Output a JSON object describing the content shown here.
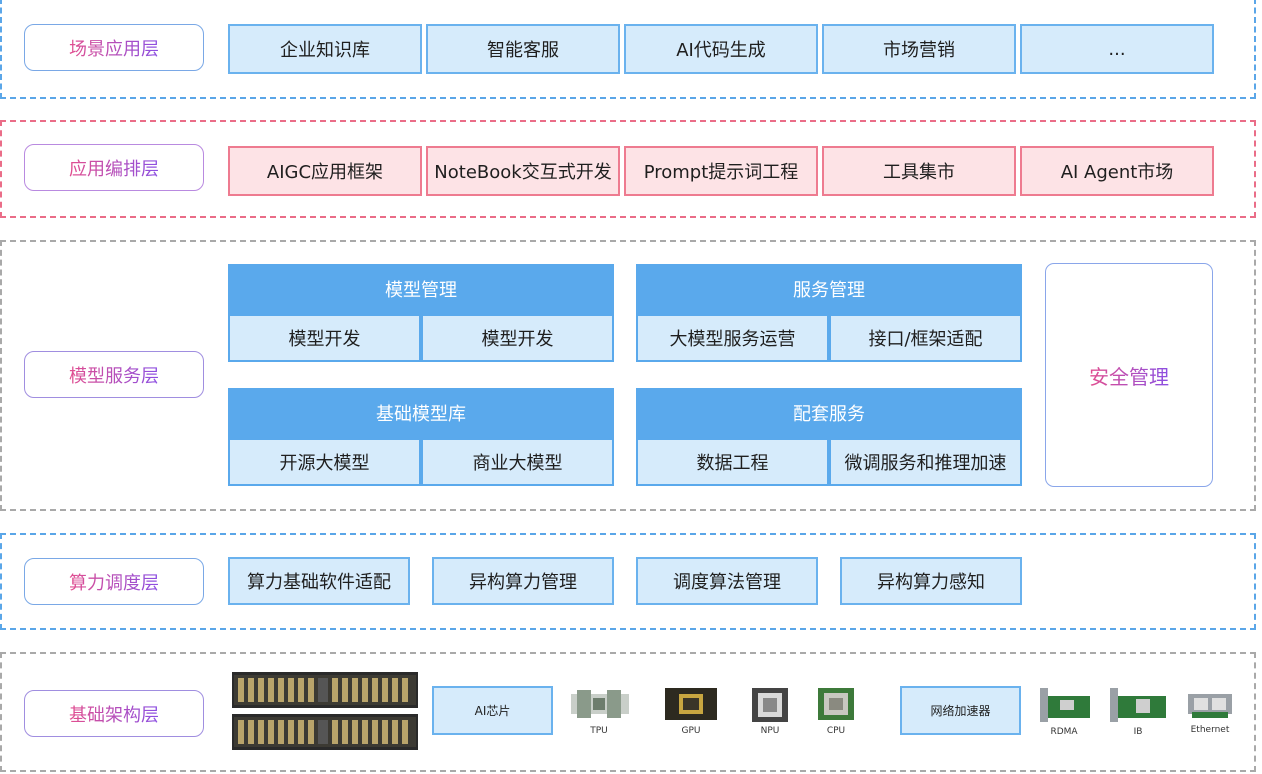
{
  "layers": {
    "scene": {
      "label": "场景应用层",
      "items": [
        "企业知识库",
        "智能客服",
        "AI代码生成",
        "市场营销",
        "..."
      ]
    },
    "orchestration": {
      "label": "应用编排层",
      "items": [
        "AIGC应用框架",
        "NoteBook交互式开发",
        "Prompt提示词工程",
        "工具集市",
        "AI Agent市场"
      ]
    },
    "model_service": {
      "label": "模型服务层",
      "panels": [
        {
          "title": "模型管理",
          "cells": [
            "模型开发",
            "模型开发"
          ]
        },
        {
          "title": "服务管理",
          "cells": [
            "大模型服务运营",
            "接口/框架适配"
          ]
        },
        {
          "title": "基础模型库",
          "cells": [
            "开源大模型",
            "商业大模型"
          ]
        },
        {
          "title": "配套服务",
          "cells": [
            "数据工程",
            "微调服务和推理加速"
          ]
        }
      ],
      "security": "安全管理"
    },
    "compute": {
      "label": "算力调度层",
      "items": [
        "算力基础软件适配",
        "异构算力管理",
        "调度算法管理",
        "异构算力感知"
      ]
    },
    "infra": {
      "label": "基础架构层",
      "ai_chip_label": "AI芯片",
      "chips": [
        "TPU",
        "GPU",
        "NPU",
        "CPU"
      ],
      "network_label": "网络加速器",
      "nics": [
        "RDMA",
        "IB",
        "Ethernet"
      ]
    }
  },
  "colors": {
    "blue_border": "#5aa6e8",
    "red_border": "#ea6d88",
    "gray_border": "#a9a9a9",
    "panel_head": "#5aa9ec",
    "cell_fill": "#d6ebfb",
    "red_fill": "#fde3e6"
  }
}
